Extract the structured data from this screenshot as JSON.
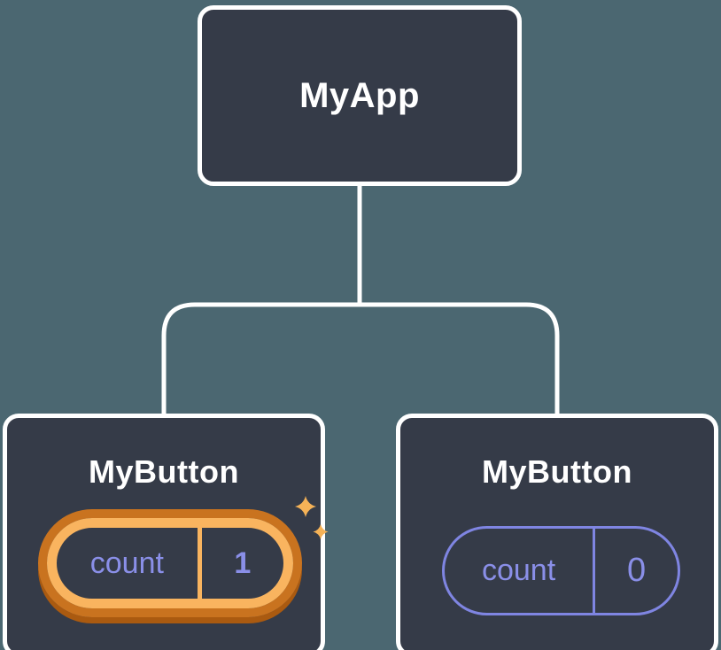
{
  "diagram": {
    "description": "React component tree showing state held in one of two MyButton instances",
    "colors": {
      "background": "#4b6771",
      "node_fill": "#353b48",
      "node_border": "#ffffff",
      "connector": "#ffffff",
      "state_text_purple": "#8a8fe8",
      "plain_pill_border": "#7f85e2",
      "highlight_ring_dark_orange": "#c9731f",
      "highlight_ring_light_orange": "#f9b45f",
      "highlight_ring_shadow": "#aa5a10",
      "sparkle_orange": "#f5b257"
    },
    "tree": {
      "root": {
        "label": "MyApp"
      },
      "children": [
        {
          "label": "MyButton",
          "state": {
            "key": "count",
            "value": "1"
          },
          "highlighted": true,
          "badge_icon": "sparkles-icon"
        },
        {
          "label": "MyButton",
          "state": {
            "key": "count",
            "value": "0"
          },
          "highlighted": false
        }
      ]
    }
  }
}
